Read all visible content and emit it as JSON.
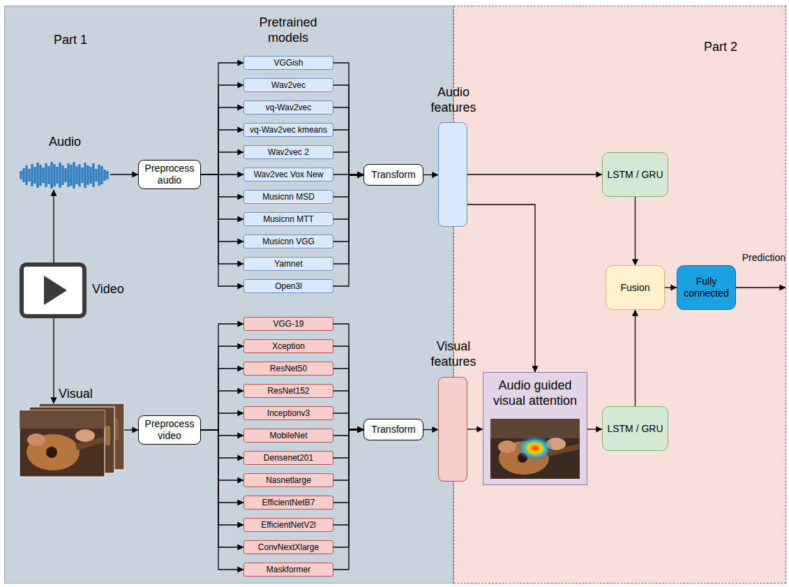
{
  "diagram": {
    "nodes": [
      {
        "text": [
          "Part 1"
        ]
      },
      {
        "text": [
          "Part 2"
        ]
      },
      {
        "text": [
          "Audio"
        ],
        "in": 0
      },
      {
        "text": [
          "Video"
        ],
        "in": 0
      },
      {
        "text": [
          "Visual"
        ],
        "in": 0
      },
      {
        "text": [
          "Preprocess audio"
        ],
        "in": 0
      },
      {
        "text": [
          "Preprocess video"
        ],
        "in": 0
      },
      {
        "text": [
          "VGGish"
        ],
        "in": 0
      },
      {
        "text": [
          "Wav2vec"
        ],
        "in": 0
      },
      {
        "text": [
          "vq-Wav2vec"
        ],
        "in": 0
      },
      {
        "text": [
          "vq-Wav2vec kmeans"
        ],
        "in": 0
      },
      {
        "text": [
          "Wav2vec 2"
        ],
        "in": 0
      },
      {
        "text": [
          "Wav2vec Vox New"
        ],
        "in": 0
      },
      {
        "text": [
          "Musicnn MSD"
        ],
        "in": 0
      },
      {
        "text": [
          "Musicnn MTT"
        ],
        "in": 0
      },
      {
        "text": [
          "Musicnn VGG"
        ],
        "in": 0
      },
      {
        "text": [
          "Yamnet"
        ],
        "in": 0
      },
      {
        "text": [
          "Open3l"
        ],
        "in": 0
      },
      {
        "text": [
          "VGG-19"
        ],
        "in": 0
      },
      {
        "text": [
          "Xception"
        ],
        "in": 0
      },
      {
        "text": [
          "ResNet50"
        ],
        "in": 0
      },
      {
        "text": [
          "ResNet152"
        ],
        "in": 0
      },
      {
        "text": [
          "Inceptionv3"
        ],
        "in": 0
      },
      {
        "text": [
          "MobileNet"
        ],
        "in": 0
      },
      {
        "text": [
          "Densenet201"
        ],
        "in": 0
      },
      {
        "text": [
          "Nasnetlarge"
        ],
        "in": 0
      },
      {
        "text": [
          "EfficientNetB7"
        ],
        "in": 0
      },
      {
        "text": [
          "EfficientNetV2l"
        ],
        "in": 0
      },
      {
        "text": [
          "ConvNextXlarge"
        ],
        "in": 0
      },
      {
        "text": [
          "Maskformer"
        ],
        "in": 0
      },
      {
        "text": [
          "Transform"
        ],
        "in": 0
      },
      {
        "text": [
          "Transform"
        ],
        "in": 0
      },
      {
        "text": [
          "Audio features"
        ]
      },
      {
        "text": [
          "Visual features"
        ]
      },
      {
        "text": [
          "LSTM / GRU"
        ],
        "in": 1
      },
      {
        "text": [
          "LSTM / GRU"
        ],
        "in": 1
      },
      {
        "text": [
          "Audio guided visual attention"
        ],
        "in": 1
      },
      {
        "text": [
          "Fusion"
        ],
        "in": 1
      },
      {
        "text": [
          "Fully connected"
        ],
        "in": 1
      }
    ],
    "edges": [
      {
        "from": 3,
        "to": 2,
        "arrow": "to"
      },
      {
        "from": 3,
        "to": 4,
        "arrow": "to"
      },
      {
        "from": 2,
        "to": 5,
        "arrow": "to"
      },
      {
        "from": 4,
        "to": 6,
        "arrow": "to"
      },
      {
        "from": 5,
        "to": 7,
        "arrow": "to"
      },
      {
        "from": 5,
        "to": 8,
        "arrow": "to"
      },
      {
        "from": 5,
        "to": 9,
        "arrow": "to"
      },
      {
        "from": 5,
        "to": 10,
        "arrow": "to"
      },
      {
        "from": 5,
        "to": 11,
        "arrow": "to"
      },
      {
        "from": 5,
        "to": 12,
        "arrow": "to"
      },
      {
        "from": 5,
        "to": 13,
        "arrow": "to"
      },
      {
        "from": 5,
        "to": 14,
        "arrow": "to"
      },
      {
        "from": 5,
        "to": 15,
        "arrow": "to"
      },
      {
        "from": 5,
        "to": 16,
        "arrow": "to"
      },
      {
        "from": 5,
        "to": 17,
        "arrow": "to"
      },
      {
        "from": 7,
        "to": 30,
        "arrow": "to"
      },
      {
        "from": 8,
        "to": 30,
        "arrow": "to"
      },
      {
        "from": 9,
        "to": 30,
        "arrow": "to"
      },
      {
        "from": 10,
        "to": 30,
        "arrow": "to"
      },
      {
        "from": 11,
        "to": 30,
        "arrow": "to"
      },
      {
        "from": 12,
        "to": 30,
        "arrow": "to"
      },
      {
        "from": 13,
        "to": 30,
        "arrow": "to"
      },
      {
        "from": 14,
        "to": 30,
        "arrow": "to"
      },
      {
        "from": 15,
        "to": 30,
        "arrow": "to"
      },
      {
        "from": 16,
        "to": 30,
        "arrow": "to"
      },
      {
        "from": 17,
        "to": 30,
        "arrow": "to"
      },
      {
        "from": 6,
        "to": 18,
        "arrow": "to"
      },
      {
        "from": 6,
        "to": 19,
        "arrow": "to"
      },
      {
        "from": 6,
        "to": 20,
        "arrow": "to"
      },
      {
        "from": 6,
        "to": 21,
        "arrow": "to"
      },
      {
        "from": 6,
        "to": 22,
        "arrow": "to"
      },
      {
        "from": 6,
        "to": 23,
        "arrow": "to"
      },
      {
        "from": 6,
        "to": 24,
        "arrow": "to"
      },
      {
        "from": 6,
        "to": 25,
        "arrow": "to"
      },
      {
        "from": 6,
        "to": 26,
        "arrow": "to"
      },
      {
        "from": 6,
        "to": 27,
        "arrow": "to"
      },
      {
        "from": 6,
        "to": 28,
        "arrow": "to"
      },
      {
        "from": 6,
        "to": 29,
        "arrow": "to"
      },
      {
        "from": 18,
        "to": 31,
        "arrow": "to"
      },
      {
        "from": 19,
        "to": 31,
        "arrow": "to"
      },
      {
        "from": 20,
        "to": 31,
        "arrow": "to"
      },
      {
        "from": 21,
        "to": 31,
        "arrow": "to"
      },
      {
        "from": 22,
        "to": 31,
        "arrow": "to"
      },
      {
        "from": 23,
        "to": 31,
        "arrow": "to"
      },
      {
        "from": 24,
        "to": 31,
        "arrow": "to"
      },
      {
        "from": 25,
        "to": 31,
        "arrow": "to"
      },
      {
        "from": 26,
        "to": 31,
        "arrow": "to"
      },
      {
        "from": 27,
        "to": 31,
        "arrow": "to"
      },
      {
        "from": 28,
        "to": 31,
        "arrow": "to"
      },
      {
        "from": 29,
        "to": 31,
        "arrow": "to"
      },
      {
        "from": 30,
        "to": 32,
        "arrow": "to"
      },
      {
        "from": 31,
        "to": 33,
        "arrow": "to"
      },
      {
        "from": 32,
        "to": 34,
        "arrow": "to"
      },
      {
        "from": 32,
        "to": 36,
        "arrow": "to"
      },
      {
        "from": 33,
        "to": 36,
        "arrow": "to"
      },
      {
        "from": 36,
        "to": 35,
        "arrow": "to"
      },
      {
        "from": 34,
        "to": 37,
        "arrow": "to"
      },
      {
        "from": 35,
        "to": 37,
        "arrow": "to"
      },
      {
        "from": 37,
        "to": 38,
        "arrow": "to"
      }
    ],
    "labels": [
      "Pretrained models",
      "Prediction"
    ]
  }
}
